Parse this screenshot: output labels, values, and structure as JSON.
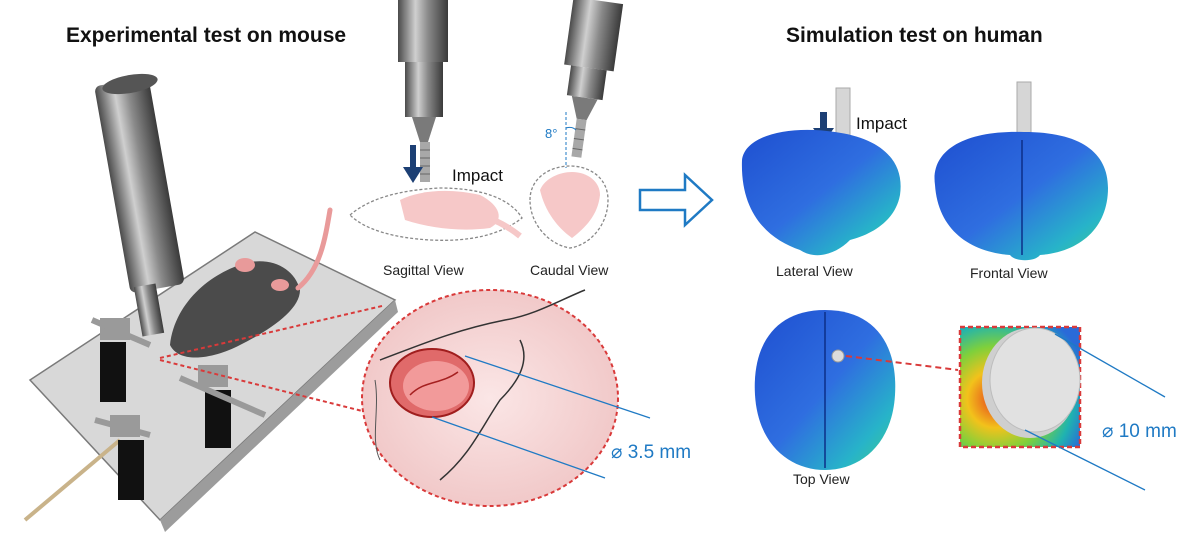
{
  "left_title": "Experimental test on mouse",
  "right_title": "Simulation test on human",
  "mouse": {
    "impact_label": "Impact",
    "angle_label": "8°",
    "sagittal_view_label": "Sagittal View",
    "caudal_view_label": "Caudal View",
    "diameter_label": "⌀ 3.5 mm"
  },
  "human": {
    "impact_label": "Impact",
    "lateral_view_label": "Lateral View",
    "frontal_view_label": "Frontal View",
    "top_view_label": "Top View",
    "diameter_label": "⌀ 10 mm"
  },
  "colors": {
    "accent_blue": "#1f7ac4",
    "arrow_navy": "#1c3f74",
    "highlight_red": "#d93a3a",
    "brain_blue": "#2a5bd8",
    "tissue_pink": "#f6c8c8"
  }
}
